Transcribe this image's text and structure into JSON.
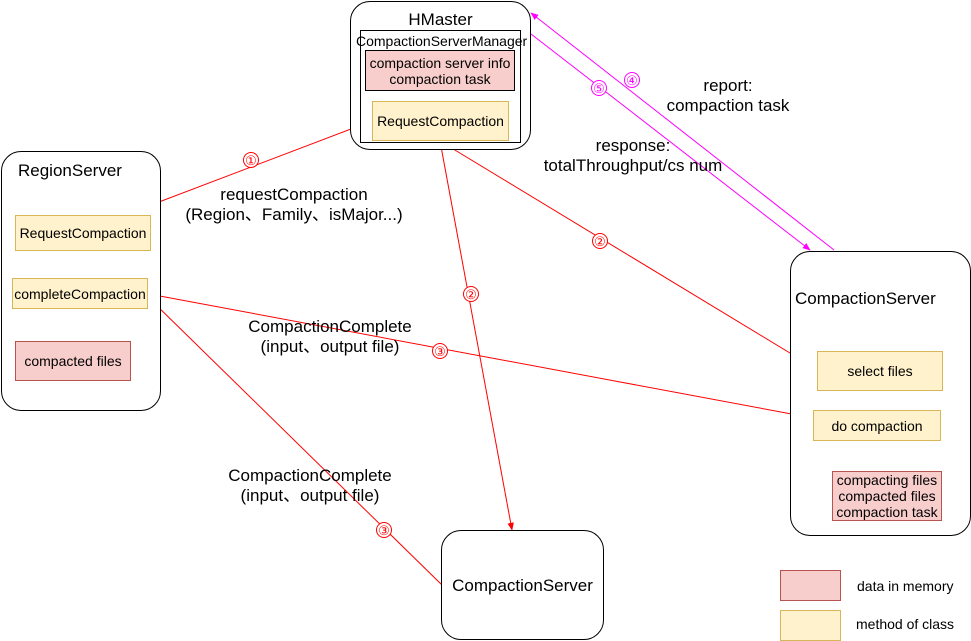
{
  "hmaster": {
    "title": "HMaster",
    "manager_title": "CompactionServerManager",
    "memory_lines": [
      "compaction server info",
      "compaction task"
    ],
    "method": "RequestCompaction"
  },
  "region_server": {
    "title": "RegionServer",
    "method_request": "RequestCompaction",
    "method_complete": "completeCompaction",
    "memory": "compacted files"
  },
  "compaction_server_right": {
    "title": "CompactionServer",
    "method_select": "select files",
    "method_do": "do compaction",
    "memory_lines": [
      "compacting files",
      "compacted files",
      "compaction task"
    ]
  },
  "compaction_server_bottom": {
    "title": "CompactionServer"
  },
  "edges": {
    "request_lines": [
      "requestCompaction",
      "(Region、Family、isMajor...)"
    ],
    "complete_lines": [
      "CompactionComplete",
      "(input、output file)"
    ],
    "complete_bottom_lines": [
      "CompactionComplete",
      "(input、output file)"
    ],
    "report_lines": [
      "report:",
      "compaction task"
    ],
    "response_lines": [
      "response:",
      "totalThroughput/cs  num"
    ]
  },
  "step_markers": {
    "one": "①",
    "two": "②",
    "three": "③",
    "four": "④",
    "five": "⑤"
  },
  "legend": {
    "memory": "data in memory",
    "method": "method of class"
  },
  "colors": {
    "method_fill": "#fff2cc",
    "method_border": "#d6b656",
    "memory_fill": "#f8cecc",
    "memory_border": "#b85450",
    "request_arrow": "#ff0000",
    "report_arrow": "#ff00ff"
  }
}
